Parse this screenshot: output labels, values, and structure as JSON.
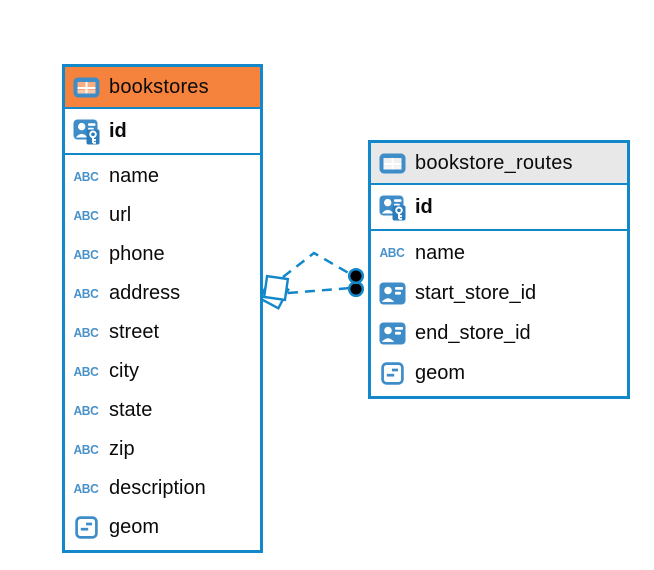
{
  "diagram": {
    "tables": [
      {
        "name": "bookstores",
        "header_color": "#f5823d",
        "primary_key": {
          "label": "id"
        },
        "columns": [
          {
            "label": "name",
            "type": "text"
          },
          {
            "label": "url",
            "type": "text"
          },
          {
            "label": "phone",
            "type": "text"
          },
          {
            "label": "address",
            "type": "text"
          },
          {
            "label": "street",
            "type": "text"
          },
          {
            "label": "city",
            "type": "text"
          },
          {
            "label": "state",
            "type": "text"
          },
          {
            "label": "zip",
            "type": "text"
          },
          {
            "label": "description",
            "type": "text"
          },
          {
            "label": "geom",
            "type": "geometry"
          }
        ]
      },
      {
        "name": "bookstore_routes",
        "header_color": "#e8e8e8",
        "primary_key": {
          "label": "id"
        },
        "columns": [
          {
            "label": "name",
            "type": "text"
          },
          {
            "label": "start_store_id",
            "type": "reference"
          },
          {
            "label": "end_store_id",
            "type": "reference"
          },
          {
            "label": "geom",
            "type": "geometry"
          }
        ]
      }
    ],
    "relationships": [
      {
        "from": "bookstores",
        "to": "bookstore_routes",
        "line_style": "dashed"
      },
      {
        "from": "bookstores",
        "to": "bookstore_routes",
        "line_style": "dashed"
      }
    ]
  },
  "icons": {
    "text_type_glyph": "ABC"
  },
  "colors": {
    "accent_blue": "#1287c9",
    "icon_blue": "#3e8dc9",
    "icon_blue_dark": "#2b7cba",
    "abc_blue": "#4991c9",
    "header_orange": "#f5823d",
    "header_gray": "#e8e8e8",
    "table_bg": "#ffffff",
    "canvas_bg": "#ffffff",
    "text_color": "#0a0a0a",
    "dot_black": "#000000"
  }
}
